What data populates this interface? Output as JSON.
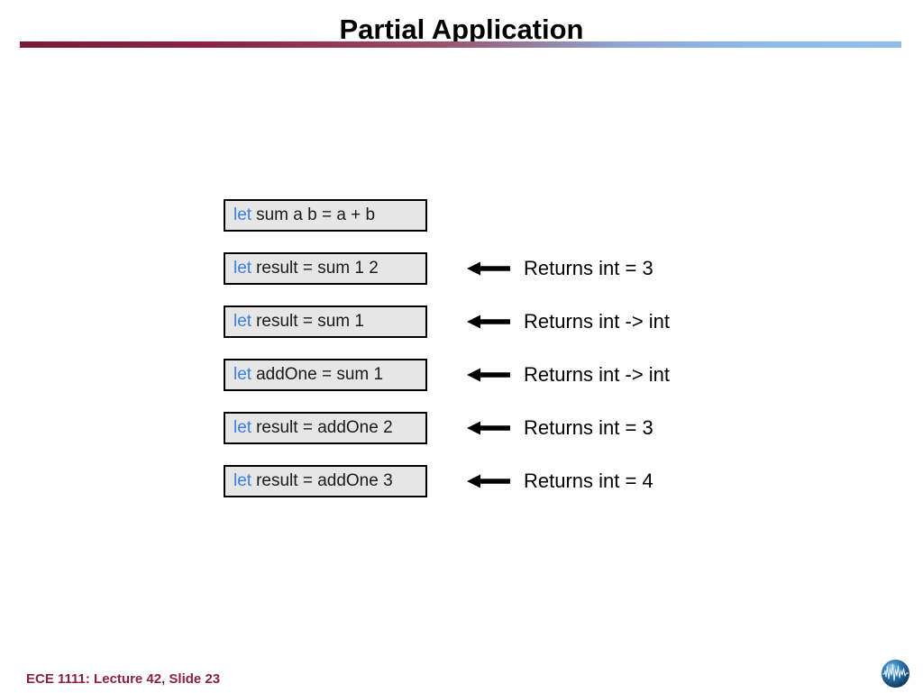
{
  "slide": {
    "title": "Partial Application",
    "accent_dark": "#7d1b36",
    "accent_light": "#8cbcf0",
    "keyword_color": "#3c7fe4",
    "box_fill": "#e6e6e6",
    "box_border": "#000000"
  },
  "rows": [
    {
      "code_keyword": "let",
      "code_rest": "sum a b = a + b",
      "arrow_icon": "left-arrow-icon",
      "note": "",
      "has_note": false
    },
    {
      "code_keyword": "let",
      "code_rest": "result = sum 1 2",
      "arrow_icon": "left-arrow-icon",
      "note": "Returns int = 3",
      "has_note": true
    },
    {
      "code_keyword": "let",
      "code_rest": "result = sum 1",
      "arrow_icon": "left-arrow-icon",
      "note": "Returns int -> int",
      "has_note": true
    },
    {
      "code_keyword": "let",
      "code_rest": "addOne = sum 1",
      "arrow_icon": "left-arrow-icon",
      "note": "Returns int -> int",
      "has_note": true
    },
    {
      "code_keyword": "let",
      "code_rest": "result = addOne 2",
      "arrow_icon": "left-arrow-icon",
      "note": "Returns int = 3",
      "has_note": true
    },
    {
      "code_keyword": "let",
      "code_rest": "result = addOne 3",
      "arrow_icon": "left-arrow-icon",
      "note": "Returns int = 4",
      "has_note": true
    }
  ],
  "footer": {
    "text": "ECE 1111: Lecture 42, Slide 23",
    "text_color": "#8b2045",
    "logo_icon": "globe-waveform-logo-icon"
  }
}
